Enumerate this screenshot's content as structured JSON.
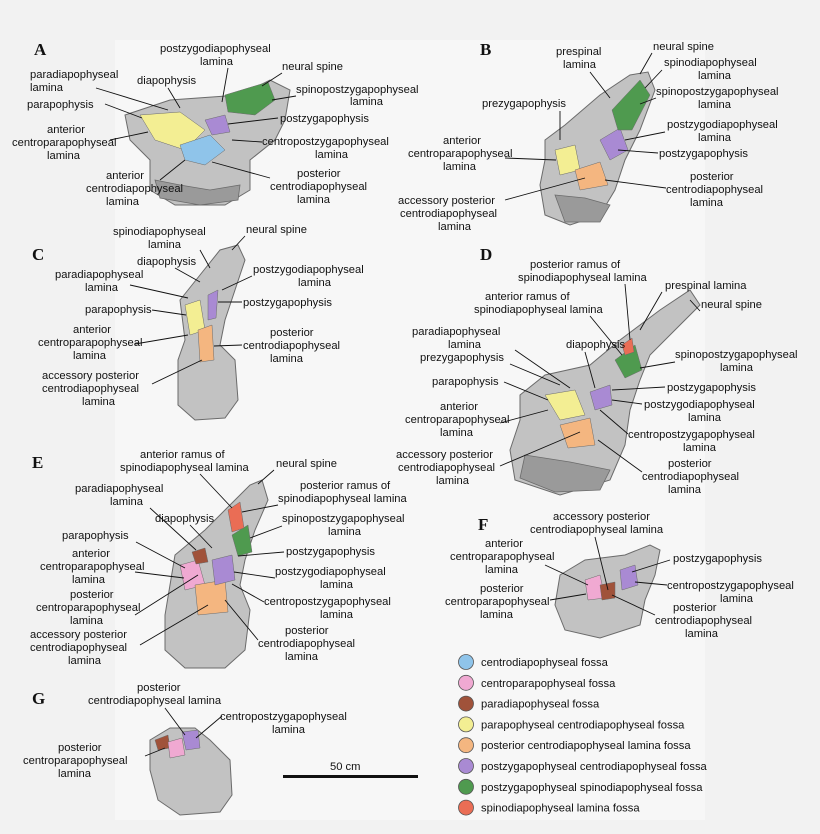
{
  "colors": {
    "centrodiapophyseal": "#8fc4ea",
    "centroparapophyseal": "#f0a9d2",
    "paradiapophyseal": "#a0523a",
    "parapophyseal_centrodiapophyseal": "#f3ee93",
    "posterior_centrodiapophyseal_lamina": "#f4b680",
    "postzygapophyseal_centrodiapophyseal": "#a98ad3",
    "postzygapophyseal_spinodiapophyseal": "#4f9a4f",
    "spinodiapophyseal_lamina": "#ea6d55"
  },
  "panels": {
    "A": {
      "letter": "A",
      "labels": {
        "postzygodiapophyseal": "postzygodiapophyseal",
        "postzygodiapophyseal2": "lamina",
        "paradiapophyseal": "paradiapophyseal",
        "paradiapophyseal2": "lamina",
        "diapophysis": "diapophysis",
        "neural_spine": "neural spine",
        "parapophysis": "parapophysis",
        "spinopostzygapophyseal": "spinopostzygapophyseal",
        "spinopostzygapophyseal2": "lamina",
        "postzygapophysis": "postzygapophysis",
        "anterior_centroparapophyseal": "anterior",
        "anterior_centroparapophyseal2": "centroparapophyseal",
        "anterior_centroparapophyseal3": "lamina",
        "centropostzygapophyseal": "centropostzygapophyseal",
        "centropostzygapophyseal2": "lamina",
        "anterior_centrodiapophyseal": "anterior",
        "anterior_centrodiapophyseal2": "centrodiapophyseal",
        "anterior_centrodiapophyseal3": "lamina",
        "posterior_centrodiapophyseal": "posterior",
        "posterior_centrodiapophyseal2": "centrodiapophyseal",
        "posterior_centrodiapophyseal3": "lamina"
      }
    },
    "B": {
      "letter": "B",
      "labels": {
        "prespinal": "prespinal",
        "prespinal2": "lamina",
        "neural_spine": "neural spine",
        "spinodiapophyseal": "spinodiapophyseal",
        "spinodiapophyseal2": "lamina",
        "spinopostzygapophyseal": "spinopostzygapophyseal",
        "spinopostzygapophyseal2": "lamina",
        "prezygapophysis": "prezygapophysis",
        "postzygodiapophyseal": "postzygodiapophyseal",
        "postzygodiapophyseal2": "lamina",
        "anterior_centroparapophyseal": "anterior",
        "anterior_centroparapophyseal2": "centroparapophyseal",
        "anterior_centroparapophyseal3": "lamina",
        "postzygapophysis": "postzygapophysis",
        "posterior_centrodiapophyseal": "posterior",
        "posterior_centrodiapophyseal2": "centrodiapophyseal",
        "posterior_centrodiapophyseal3": "lamina",
        "accessory_posterior": "accessory posterior",
        "accessory_posterior2": "centrodiapophyseal",
        "accessory_posterior3": "lamina"
      }
    },
    "C": {
      "letter": "C",
      "labels": {
        "spinodiapophyseal": "spinodiapophyseal",
        "spinodiapophyseal2": "lamina",
        "neural_spine": "neural spine",
        "diapophysis": "diapophysis",
        "paradiapophyseal": "paradiapophyseal",
        "paradiapophyseal2": "lamina",
        "postzygodiapophyseal": "postzygodiapophyseal",
        "postzygodiapophyseal2": "lamina",
        "parapophysis": "parapophysis",
        "postzygapophysis": "postzygapophysis",
        "anterior_centroparapophyseal": "anterior",
        "anterior_centroparapophyseal2": "centroparapophyseal",
        "anterior_centroparapophyseal3": "lamina",
        "posterior_centrodiapophyseal": "posterior",
        "posterior_centrodiapophyseal2": "centrodiapophyseal",
        "posterior_centrodiapophyseal3": "lamina",
        "accessory_posterior": "accessory posterior",
        "accessory_posterior2": "centrodiapophyseal",
        "accessory_posterior3": "lamina"
      }
    },
    "D": {
      "letter": "D",
      "labels": {
        "posterior_ramus": "posterior ramus of",
        "posterior_ramus2": "spinodiapophyseal lamina",
        "prespinal": "prespinal lamina",
        "anterior_ramus": "anterior ramus of",
        "anterior_ramus2": "spinodiapophyseal lamina",
        "neural_spine": "neural spine",
        "paradiapophyseal": "paradiapophyseal",
        "paradiapophyseal2": "lamina",
        "diapophysis": "diapophysis",
        "prezygapophysis": "prezygapophysis",
        "spinopostzygapophyseal": "spinopostzygapophyseal",
        "spinopostzygapophyseal2": "lamina",
        "parapophysis": "parapophysis",
        "postzygapophysis": "postzygapophysis",
        "postzygodiapophyseal": "postzygodiapophyseal",
        "postzygodiapophyseal2": "lamina",
        "anterior_centroparapophyseal": "anterior",
        "anterior_centroparapophyseal2": "centroparapophyseal",
        "anterior_centroparapophyseal3": "lamina",
        "centropostzygapophyseal": "centropostzygapophyseal",
        "centropostzygapophyseal2": "lamina",
        "accessory_posterior": "accessory posterior",
        "accessory_posterior2": "centrodiapophyseal",
        "accessory_posterior3": "lamina",
        "posterior_centrodiapophyseal": "posterior",
        "posterior_centrodiapophyseal2": "centrodiapophyseal",
        "posterior_centrodiapophyseal3": "lamina"
      }
    },
    "E": {
      "letter": "E",
      "labels": {
        "anterior_ramus": "anterior ramus of",
        "anterior_ramus2": "spinodiapophyseal lamina",
        "neural_spine": "neural spine",
        "paradiapophyseal": "paradiapophyseal",
        "paradiapophyseal2": "lamina",
        "posterior_ramus": "posterior ramus of",
        "posterior_ramus2": "spinodiapophyseal lamina",
        "diapophysis": "diapophysis",
        "spinopostzygapophyseal": "spinopostzygapophyseal",
        "spinopostzygapophyseal2": "lamina",
        "parapophysis": "parapophysis",
        "postzygapophysis": "postzygapophysis",
        "anterior_centroparapophyseal": "anterior",
        "anterior_centroparapophyseal2": "centroparapophyseal",
        "anterior_centroparapophyseal3": "lamina",
        "postzygodiapophyseal": "postzygodiapophyseal",
        "postzygodiapophyseal2": "lamina",
        "posterior_centroparapophyseal": "posterior",
        "posterior_centroparapophyseal2": "centroparapophyseal",
        "posterior_centroparapophyseal3": "lamina",
        "centropostzygapophyseal": "centropostzygapophyseal",
        "centropostzygapophyseal2": "lamina",
        "accessory_posterior": "accessory posterior",
        "accessory_posterior2": "centrodiapophyseal",
        "accessory_posterior3": "lamina",
        "posterior_centrodiapophyseal": "posterior",
        "posterior_centrodiapophyseal2": "centrodiapophyseal",
        "posterior_centrodiapophyseal3": "lamina"
      }
    },
    "F": {
      "letter": "F",
      "labels": {
        "accessory_posterior": "accessory posterior",
        "accessory_posterior2": "centrodiapophyseal lamina",
        "anterior_centroparapophyseal": "anterior",
        "anterior_centroparapophyseal2": "centroparapophyseal",
        "anterior_centroparapophyseal3": "lamina",
        "postzygapophysis": "postzygapophysis",
        "centropostzygapophyseal": "centropostzygapophyseal",
        "centropostzygapophyseal2": "lamina",
        "posterior_centroparapophyseal": "posterior",
        "posterior_centroparapophyseal2": "centroparapophyseal",
        "posterior_centroparapophyseal3": "lamina",
        "posterior_centrodiapophyseal": "posterior",
        "posterior_centrodiapophyseal2": "centrodiapophyseal",
        "posterior_centrodiapophyseal3": "lamina"
      }
    },
    "G": {
      "letter": "G",
      "labels": {
        "posterior_centrodiapophyseal": "posterior",
        "posterior_centrodiapophyseal2": "centrodiapophyseal lamina",
        "centropostzygapophyseal": "centropostzygapophyseal",
        "centropostzygapophyseal2": "lamina",
        "posterior_centroparapophyseal": "posterior",
        "posterior_centroparapophyseal2": "centroparapophyseal",
        "posterior_centroparapophyseal3": "lamina"
      }
    }
  },
  "legend": [
    {
      "label": "centrodiapophyseal fossa",
      "color": "#8fc4ea"
    },
    {
      "label": "centroparapophyseal fossa",
      "color": "#f0a9d2"
    },
    {
      "label": "paradiapophyseal fossa",
      "color": "#a0523a"
    },
    {
      "label": "parapophyseal centrodiapophyseal fossa",
      "color": "#f3ee93"
    },
    {
      "label": "posterior centrodiapophyseal lamina fossa",
      "color": "#f4b680"
    },
    {
      "label": "postzygapophyseal centrodiapophyseal fossa",
      "color": "#a98ad3"
    },
    {
      "label": "postzygapophyseal spinodiapophyseal fossa",
      "color": "#4f9a4f"
    },
    {
      "label": "spinodiapophyseal lamina fossa",
      "color": "#ea6d55"
    }
  ],
  "scale_bar": {
    "label": "50 cm"
  }
}
